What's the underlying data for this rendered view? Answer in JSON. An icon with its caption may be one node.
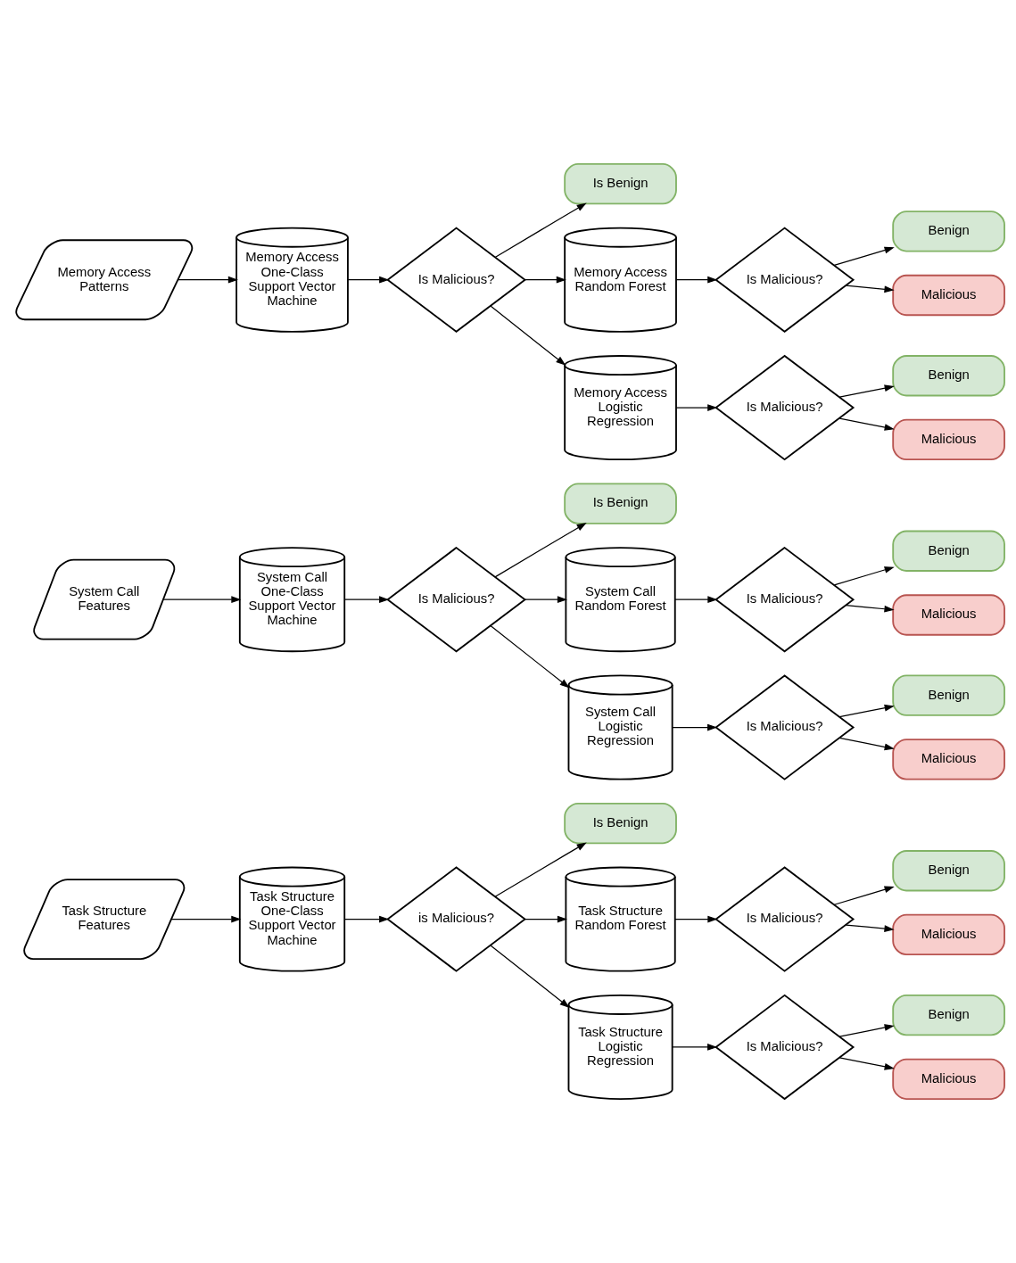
{
  "diagram": {
    "nodes": [
      {
        "text": [
          "Task Structure Features"
        ]
      },
      {
        "text": [
          "Task Structure One-Class Support Vector Machine"
        ]
      },
      {
        "text": [
          "is Malicious?"
        ]
      },
      {
        "text": [
          "Is Benign"
        ]
      },
      {
        "text": [
          "Task Structure Random Forest"
        ]
      },
      {
        "text": [
          "Is Malicious?"
        ]
      },
      {
        "text": [
          "Benign"
        ]
      },
      {
        "text": [
          "Malicious"
        ]
      },
      {
        "text": [
          "Task Structure Logistic Regression"
        ]
      },
      {
        "text": [
          "Is Malicious?"
        ]
      },
      {
        "text": [
          "Benign"
        ]
      },
      {
        "text": [
          "Malicious"
        ]
      },
      {
        "text": [
          "System Call Features"
        ]
      },
      {
        "text": [
          "System Call One-Class Support Vector Machine"
        ]
      },
      {
        "text": [
          "Is Malicious?"
        ]
      },
      {
        "text": [
          "Is Benign"
        ]
      },
      {
        "text": [
          "System Call Random Forest"
        ]
      },
      {
        "text": [
          "Is Malicious?"
        ]
      },
      {
        "text": [
          "Benign"
        ]
      },
      {
        "text": [
          "Malicious"
        ]
      },
      {
        "text": [
          "System Call Logistic Regression"
        ]
      },
      {
        "text": [
          "Is Malicious?"
        ]
      },
      {
        "text": [
          "Benign"
        ]
      },
      {
        "text": [
          "Malicious"
        ]
      },
      {
        "text": [
          "Memory Access Patterns"
        ]
      },
      {
        "text": [
          "Memory Access One-Class Support Vector Machine"
        ]
      },
      {
        "text": [
          "Is Malicious?"
        ]
      },
      {
        "text": [
          "Is Benign"
        ]
      },
      {
        "text": [
          "Memory Access Random Forest"
        ]
      },
      {
        "text": [
          "Is Malicious?"
        ]
      },
      {
        "text": [
          "Benign"
        ]
      },
      {
        "text": [
          "Malicious"
        ]
      },
      {
        "text": [
          "Memory Access Logistic Regression"
        ]
      },
      {
        "text": [
          "Is Malicious?"
        ]
      },
      {
        "text": [
          "Benign"
        ]
      },
      {
        "text": [
          "Malicious"
        ]
      }
    ],
    "edges": [
      {
        "from": 0,
        "to": 1,
        "arrow": "to"
      },
      {
        "from": 1,
        "to": 2,
        "arrow": "to"
      },
      {
        "from": 2,
        "to": 3,
        "arrow": "to"
      },
      {
        "from": 2,
        "to": 4,
        "arrow": "to"
      },
      {
        "from": 2,
        "to": 8,
        "arrow": "to"
      },
      {
        "from": 4,
        "to": 5,
        "arrow": "to"
      },
      {
        "from": 5,
        "to": 6,
        "arrow": "to"
      },
      {
        "from": 5,
        "to": 7,
        "arrow": "to"
      },
      {
        "from": 8,
        "to": 9,
        "arrow": "to"
      },
      {
        "from": 9,
        "to": 10,
        "arrow": "to"
      },
      {
        "from": 9,
        "to": 11,
        "arrow": "to"
      },
      {
        "from": 12,
        "to": 13,
        "arrow": "to"
      },
      {
        "from": 13,
        "to": 14,
        "arrow": "to"
      },
      {
        "from": 14,
        "to": 15,
        "arrow": "to"
      },
      {
        "from": 14,
        "to": 16,
        "arrow": "to"
      },
      {
        "from": 14,
        "to": 20,
        "arrow": "to"
      },
      {
        "from": 16,
        "to": 17,
        "arrow": "to"
      },
      {
        "from": 17,
        "to": 18,
        "arrow": "to"
      },
      {
        "from": 17,
        "to": 19,
        "arrow": "to"
      },
      {
        "from": 20,
        "to": 21,
        "arrow": "to"
      },
      {
        "from": 21,
        "to": 22,
        "arrow": "to"
      },
      {
        "from": 21,
        "to": 23,
        "arrow": "to"
      },
      {
        "from": 24,
        "to": 25,
        "arrow": "to"
      },
      {
        "from": 25,
        "to": 26,
        "arrow": "to"
      },
      {
        "from": 26,
        "to": 27,
        "arrow": "to"
      },
      {
        "from": 26,
        "to": 28,
        "arrow": "to"
      },
      {
        "from": 26,
        "to": 32,
        "arrow": "to"
      },
      {
        "from": 28,
        "to": 29,
        "arrow": "to"
      },
      {
        "from": 29,
        "to": 30,
        "arrow": "to"
      },
      {
        "from": 29,
        "to": 31,
        "arrow": "to"
      },
      {
        "from": 32,
        "to": 33,
        "arrow": "to"
      },
      {
        "from": 33,
        "to": 34,
        "arrow": "to"
      },
      {
        "from": 33,
        "to": 35,
        "arrow": "to"
      }
    ]
  }
}
